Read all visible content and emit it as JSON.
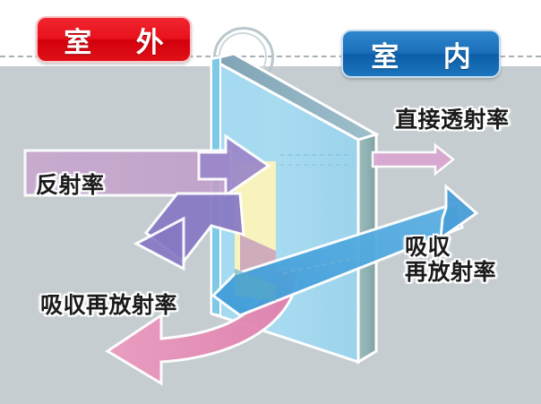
{
  "diagram": {
    "title_outdoor": "室　外",
    "title_indoor": "室　内",
    "background_color": "#c5cdd1",
    "white_band_color": "#ffffff"
  },
  "badges": {
    "outdoor": {
      "text": "室　外",
      "color": "#e8121d",
      "text_color": "#ffffff"
    },
    "indoor": {
      "text": "室　内",
      "color": "#1a6fba",
      "text_color": "#ffffff"
    }
  },
  "labels": {
    "reflectance": "反射率",
    "direct_transmittance": "直接透射率",
    "absorb_reradiate_indoor": "吸収\n再放射率",
    "absorb_reradiate_outdoor": "吸収再放射率"
  },
  "icons": {
    "sun": "sun-icon",
    "glass_panel": "glass-panel-icon"
  },
  "flows": [
    {
      "name": "incident-solar",
      "color": "#c9a8cf",
      "direction": "right"
    },
    {
      "name": "reflected-solar",
      "color": "#8878c4",
      "direction": "left-down"
    },
    {
      "name": "transmitted-solar",
      "color": "#fcf3b8",
      "direction": "through"
    },
    {
      "name": "direct-transmittance-arrow",
      "color": "#d9a8d2",
      "direction": "right"
    },
    {
      "name": "absorb-reradiate-indoor-arrow",
      "color": "#4a9fd8",
      "direction": "up-right"
    },
    {
      "name": "absorb-reradiate-outdoor-arrow",
      "color": "#e48cb4",
      "direction": "down-left"
    }
  ],
  "glass": {
    "front_face_color": "#a8dcf2",
    "mid_face_color": "#8fcfe8",
    "edge_face_color": "#8fb0b0",
    "top_face_color": "#7fa3b5"
  }
}
